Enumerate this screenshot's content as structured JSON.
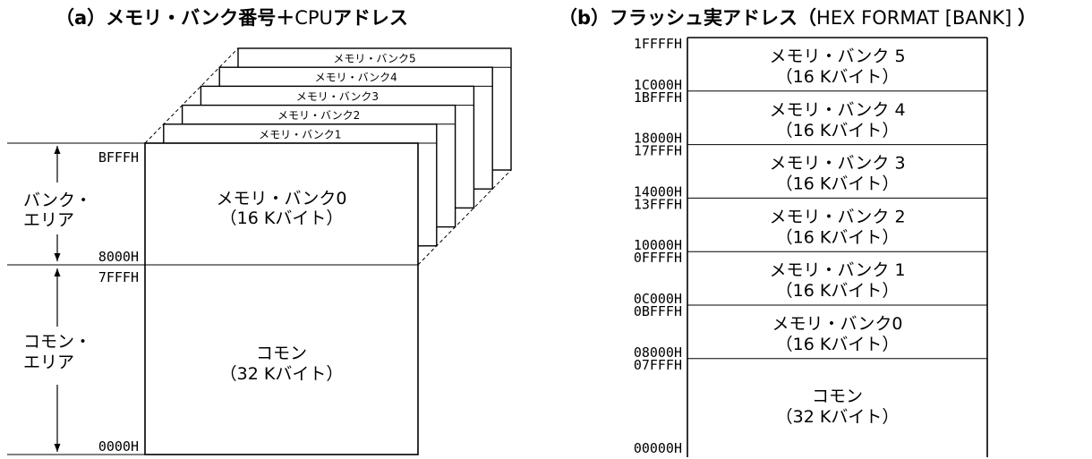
{
  "panel_a": {
    "title_prefix": "（a）メモリ・バンク番号＋",
    "title_cpu": "CPU",
    "title_suffix": "アドレス",
    "stacked_banks": [
      "メモリ・バンク5",
      "メモリ・バンク4",
      "メモリ・バンク3",
      "メモリ・バンク2",
      "メモリ・バンク1"
    ],
    "bank0": {
      "name": "メモリ・バンク0",
      "size": "（16 Kバイト）"
    },
    "common": {
      "name": "コモン",
      "size": "（32 Kバイト）"
    },
    "bank_area_label": [
      "バンク・",
      "エリア"
    ],
    "common_area_label": [
      "コモン・",
      "エリア"
    ],
    "addresses": {
      "bank_top": "BFFFH",
      "bank_bottom": "8000H",
      "common_top": "7FFFH",
      "common_bottom": "0000H"
    }
  },
  "panel_b": {
    "title_prefix": "（b）",
    "title_bold": "フラッシュ実アドレス",
    "title_open": "（",
    "title_light": "HEX FORMAT [BANK] ",
    "title_close": "）",
    "blocks": [
      {
        "name": "メモリ・バンク 5",
        "size": "（16 Kバイト）",
        "top": "1FFFFH",
        "bottom": "1C000H"
      },
      {
        "name": "メモリ・バンク 4",
        "size": "（16 Kバイト）",
        "top": "1BFFFH",
        "bottom": "18000H"
      },
      {
        "name": "メモリ・バンク 3",
        "size": "（16 Kバイト）",
        "top": "17FFFH",
        "bottom": "14000H"
      },
      {
        "name": "メモリ・バンク 2",
        "size": "（16 Kバイト）",
        "top": "13FFFH",
        "bottom": "10000H"
      },
      {
        "name": "メモリ・バンク 1",
        "size": "（16 Kバイト）",
        "top": "0FFFFH",
        "bottom": "0C000H"
      },
      {
        "name": "メモリ・バンク0",
        "size": "（16 Kバイト）",
        "top": "0BFFFH",
        "bottom": "08000H"
      }
    ],
    "common": {
      "name": "コモン",
      "size": "（32 Kバイト）",
      "top": "07FFFH",
      "bottom": "00000H"
    }
  }
}
